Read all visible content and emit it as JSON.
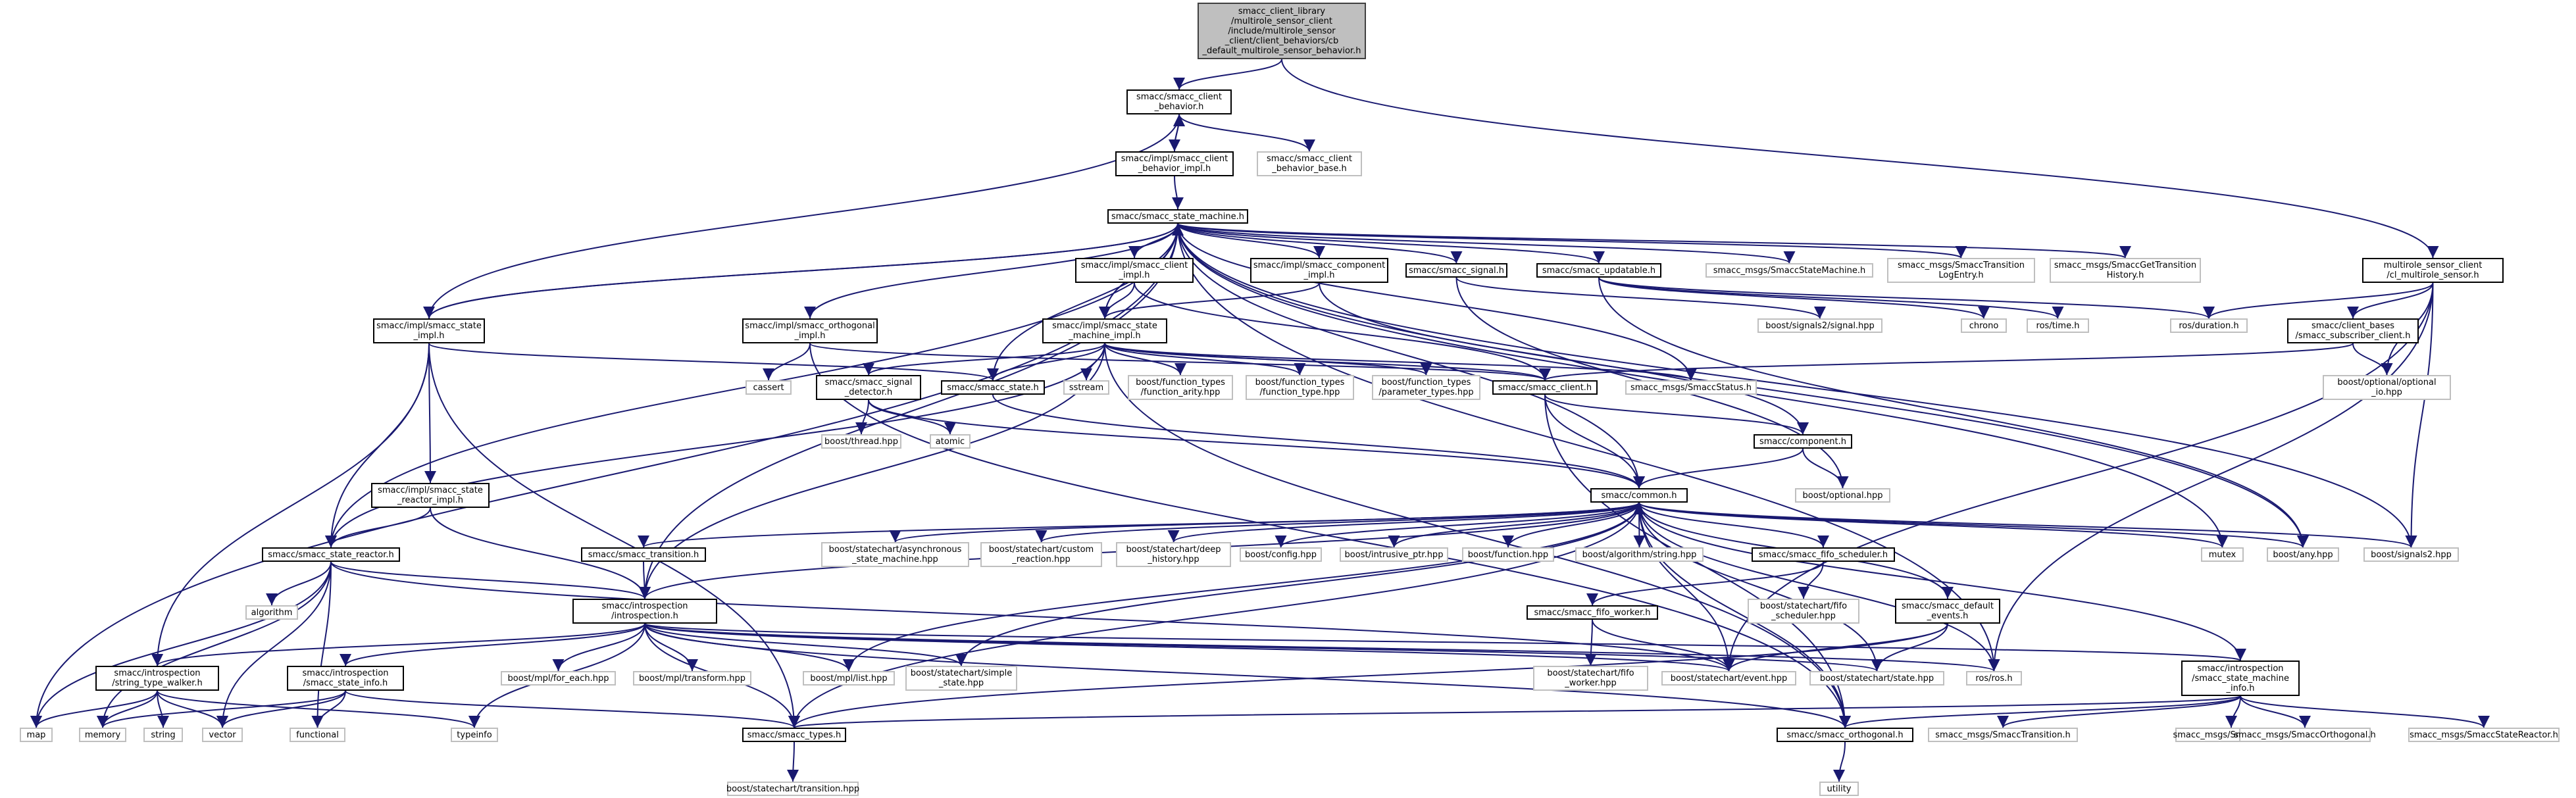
{
  "colors": {
    "edge": "#191970",
    "node_border": "#000000",
    "external_border": "#bfbfbf",
    "root_fill": "#bfbfbf"
  },
  "nodes": {
    "root": {
      "label": "smacc_client_library\n/multirole_sensor_client\n/include/multirole_sensor\n_client/client_behaviors/cb\n_default_multirole_sensor_behavior.h",
      "kind": "root"
    },
    "n_client_behavior": {
      "label": "smacc/smacc_client\n_behavior.h",
      "kind": "internal"
    },
    "n_client_behavior_impl": {
      "label": "smacc/impl/smacc_client\n_behavior_impl.h",
      "kind": "internal"
    },
    "n_client_behavior_base": {
      "label": "smacc/smacc_client\n_behavior_base.h",
      "kind": "external"
    },
    "n_state_machine": {
      "label": "smacc/smacc_state_machine.h",
      "kind": "internal"
    },
    "n_msc_multirole_sensor": {
      "label": "multirole_sensor_client\n/cl_multirole_sensor.h",
      "kind": "internal"
    },
    "n_state_impl": {
      "label": "smacc/impl/smacc_state\n_impl.h",
      "kind": "internal"
    },
    "n_orthogonal_impl": {
      "label": "smacc/impl/smacc_orthogonal\n_impl.h",
      "kind": "internal"
    },
    "n_client_impl": {
      "label": "smacc/impl/smacc_client\n_impl.h",
      "kind": "internal"
    },
    "n_state_machine_impl": {
      "label": "smacc/impl/smacc_state\n_machine_impl.h",
      "kind": "internal"
    },
    "n_component_impl": {
      "label": "smacc/impl/smacc_component\n_impl.h",
      "kind": "internal"
    },
    "n_smacc_signal": {
      "label": "smacc/smacc_signal.h",
      "kind": "internal"
    },
    "n_updatable": {
      "label": "smacc/smacc_updatable.h",
      "kind": "internal"
    },
    "n_msgs_smaccstatemachine": {
      "label": "smacc_msgs/SmaccStateMachine.h",
      "kind": "external"
    },
    "n_msgs_transitionlog": {
      "label": "smacc_msgs/SmaccTransition\nLogEntry.h",
      "kind": "external"
    },
    "n_msgs_gettransition": {
      "label": "smacc_msgs/SmaccGetTransition\nHistory.h",
      "kind": "external"
    },
    "n_client_bases_subscriber": {
      "label": "smacc/client_bases\n/smacc_subscriber_client.h",
      "kind": "internal"
    },
    "n_chrono": {
      "label": "chrono",
      "kind": "external"
    },
    "n_ros_time": {
      "label": "ros/time.h",
      "kind": "external"
    },
    "n_ros_duration": {
      "label": "ros/duration.h",
      "kind": "external"
    },
    "n_signals2_signal": {
      "label": "boost/signals2/signal.hpp",
      "kind": "external"
    },
    "n_optional_io": {
      "label": "boost/optional/optional\n_io.hpp",
      "kind": "external"
    },
    "n_cassert": {
      "label": "cassert",
      "kind": "external"
    },
    "n_signal_detector": {
      "label": "smacc/smacc_signal\n_detector.h",
      "kind": "internal"
    },
    "n_smacc_state": {
      "label": "smacc/smacc_state.h",
      "kind": "internal"
    },
    "n_sstream": {
      "label": "sstream",
      "kind": "external"
    },
    "n_ft_arity": {
      "label": "boost/function_types\n/function_arity.hpp",
      "kind": "external"
    },
    "n_ft_type": {
      "label": "boost/function_types\n/function_type.hpp",
      "kind": "external"
    },
    "n_ft_params": {
      "label": "boost/function_types\n/parameter_types.hpp",
      "kind": "external"
    },
    "n_smacc_client": {
      "label": "smacc/smacc_client.h",
      "kind": "internal"
    },
    "n_msgs_smaccstatus": {
      "label": "smacc_msgs/SmaccStatus.h",
      "kind": "external"
    },
    "n_thread": {
      "label": "boost/thread.hpp",
      "kind": "external"
    },
    "n_atomic": {
      "label": "atomic",
      "kind": "external"
    },
    "n_component": {
      "label": "smacc/component.h",
      "kind": "internal"
    },
    "n_optional": {
      "label": "boost/optional.hpp",
      "kind": "external"
    },
    "n_state_reactor_impl": {
      "label": "smacc/impl/smacc_state\n_reactor_impl.h",
      "kind": "internal"
    },
    "n_common": {
      "label": "smacc/common.h",
      "kind": "internal"
    },
    "n_transition": {
      "label": "smacc/smacc_transition.h",
      "kind": "internal"
    },
    "n_sc_async": {
      "label": "boost/statechart/asynchronous\n_state_machine.hpp",
      "kind": "external"
    },
    "n_sc_custom": {
      "label": "boost/statechart/custom\n_reaction.hpp",
      "kind": "external"
    },
    "n_sc_deep": {
      "label": "boost/statechart/deep\n_history.hpp",
      "kind": "external"
    },
    "n_config": {
      "label": "boost/config.hpp",
      "kind": "external"
    },
    "n_intrusive": {
      "label": "boost/intrusive_ptr.hpp",
      "kind": "external"
    },
    "n_function": {
      "label": "boost/function.hpp",
      "kind": "external"
    },
    "n_algo_string": {
      "label": "boost/algorithm/string.hpp",
      "kind": "external"
    },
    "n_fifo_scheduler": {
      "label": "smacc/smacc_fifo_scheduler.h",
      "kind": "internal"
    },
    "n_mutex": {
      "label": "mutex",
      "kind": "external"
    },
    "n_any": {
      "label": "boost/any.hpp",
      "kind": "external"
    },
    "n_signals2": {
      "label": "boost/signals2.hpp",
      "kind": "external"
    },
    "n_state_reactor": {
      "label": "smacc/smacc_state_reactor.h",
      "kind": "internal"
    },
    "n_algorithm": {
      "label": "algorithm",
      "kind": "external"
    },
    "n_introspection": {
      "label": "smacc/introspection\n/introspection.h",
      "kind": "internal"
    },
    "n_fifo_worker": {
      "label": "smacc/smacc_fifo_worker.h",
      "kind": "internal"
    },
    "n_sc_fifo_scheduler": {
      "label": "boost/statechart/fifo\n_scheduler.hpp",
      "kind": "external"
    },
    "n_default_events": {
      "label": "smacc/smacc_default\n_events.h",
      "kind": "internal"
    },
    "n_string_type_walker": {
      "label": "smacc/introspection\n/string_type_walker.h",
      "kind": "internal"
    },
    "n_state_info": {
      "label": "smacc/introspection\n/smacc_state_info.h",
      "kind": "internal"
    },
    "n_mpl_for_each": {
      "label": "boost/mpl/for_each.hpp",
      "kind": "external"
    },
    "n_mpl_transform": {
      "label": "boost/mpl/transform.hpp",
      "kind": "external"
    },
    "n_mpl_list": {
      "label": "boost/mpl/list.hpp",
      "kind": "external"
    },
    "n_sc_simple_state": {
      "label": "boost/statechart/simple\n_state.hpp",
      "kind": "external"
    },
    "n_sc_fifo_worker": {
      "label": "boost/statechart/fifo\n_worker.hpp",
      "kind": "external"
    },
    "n_sc_event": {
      "label": "boost/statechart/event.hpp",
      "kind": "external"
    },
    "n_sc_state": {
      "label": "boost/statechart/state.hpp",
      "kind": "external"
    },
    "n_ros_ros": {
      "label": "ros/ros.h",
      "kind": "external"
    },
    "n_state_machine_info": {
      "label": "smacc/introspection\n/smacc_state_machine\n_info.h",
      "kind": "internal"
    },
    "n_map": {
      "label": "map",
      "kind": "external"
    },
    "n_memory": {
      "label": "memory",
      "kind": "external"
    },
    "n_string": {
      "label": "string",
      "kind": "external"
    },
    "n_vector": {
      "label": "vector",
      "kind": "external"
    },
    "n_functional": {
      "label": "functional",
      "kind": "external"
    },
    "n_typeinfo": {
      "label": "typeinfo",
      "kind": "external"
    },
    "n_smacc_types": {
      "label": "smacc/smacc_types.h",
      "kind": "internal"
    },
    "n_smacc_orthogonal": {
      "label": "smacc/smacc_orthogonal.h",
      "kind": "internal"
    },
    "n_msgs_transition": {
      "label": "smacc_msgs/SmaccTransition.h",
      "kind": "external"
    },
    "n_msgs_state": {
      "label": "smacc_msgs/SmaccState.h",
      "kind": "external"
    },
    "n_msgs_orthogonal": {
      "label": "smacc_msgs/SmaccOrthogonal.h",
      "kind": "external"
    },
    "n_msgs_statereactor": {
      "label": "smacc_msgs/SmaccStateReactor.h",
      "kind": "external"
    },
    "n_sc_transition": {
      "label": "boost/statechart/transition.hpp",
      "kind": "external"
    },
    "n_utility": {
      "label": "utility",
      "kind": "external"
    }
  },
  "edges": [
    [
      "root",
      "n_client_behavior"
    ],
    [
      "root",
      "n_msc_multirole_sensor"
    ],
    [
      "n_client_behavior",
      "n_client_behavior_impl"
    ],
    [
      "n_client_behavior_impl",
      "n_client_behavior"
    ],
    [
      "n_client_behavior",
      "n_client_behavior_base"
    ],
    [
      "n_client_behavior_impl",
      "n_state_machine"
    ],
    [
      "n_state_machine",
      "n_state_impl"
    ],
    [
      "n_state_machine",
      "n_orthogonal_impl"
    ],
    [
      "n_state_machine",
      "n_client_impl"
    ],
    [
      "n_state_machine",
      "n_state_machine_impl"
    ],
    [
      "n_state_machine",
      "n_component_impl"
    ],
    [
      "n_state_machine",
      "n_smacc_signal"
    ],
    [
      "n_state_machine",
      "n_updatable"
    ],
    [
      "n_state_machine",
      "n_msgs_smaccstatemachine"
    ],
    [
      "n_state_machine",
      "n_msgs_transitionlog"
    ],
    [
      "n_state_machine",
      "n_msgs_gettransition"
    ],
    [
      "n_state_machine",
      "n_map"
    ],
    [
      "n_state_machine",
      "n_state_reactor"
    ],
    [
      "n_state_machine",
      "n_introspection"
    ],
    [
      "n_state_machine",
      "n_common"
    ],
    [
      "n_state_machine",
      "n_smacc_state"
    ],
    [
      "n_state_machine",
      "n_msgs_smaccstatus"
    ],
    [
      "n_state_machine",
      "n_mutex"
    ],
    [
      "n_state_machine",
      "n_any"
    ],
    [
      "n_state_machine",
      "n_ros_ros"
    ],
    [
      "n_state_machine",
      "n_signals2"
    ],
    [
      "n_state_impl",
      "n_state_machine"
    ],
    [
      "n_state_impl",
      "n_client_behavior"
    ],
    [
      "n_state_impl",
      "n_smacc_state"
    ],
    [
      "n_state_impl",
      "n_state_reactor_impl"
    ],
    [
      "n_state_impl",
      "n_state_reactor"
    ],
    [
      "n_state_impl",
      "n_string_type_walker"
    ],
    [
      "n_state_impl",
      "n_smacc_types"
    ],
    [
      "n_orthogonal_impl",
      "n_cassert"
    ],
    [
      "n_orthogonal_impl",
      "n_smacc_client"
    ],
    [
      "n_orthogonal_impl",
      "n_smacc_orthogonal"
    ],
    [
      "n_client_impl",
      "n_state_machine_impl"
    ],
    [
      "n_client_impl",
      "n_smacc_client"
    ],
    [
      "n_state_machine_impl",
      "n_state_machine"
    ],
    [
      "n_state_machine_impl",
      "n_signal_detector"
    ],
    [
      "n_state_machine_impl",
      "n_smacc_state"
    ],
    [
      "n_state_machine_impl",
      "n_sstream"
    ],
    [
      "n_state_machine_impl",
      "n_ft_arity"
    ],
    [
      "n_state_machine_impl",
      "n_ft_type"
    ],
    [
      "n_state_machine_impl",
      "n_ft_params"
    ],
    [
      "n_state_machine_impl",
      "n_smacc_client"
    ],
    [
      "n_state_machine_impl",
      "n_msgs_smaccstatus"
    ],
    [
      "n_state_machine_impl",
      "n_state_reactor"
    ],
    [
      "n_state_machine_impl",
      "n_introspection"
    ],
    [
      "n_state_machine_impl",
      "n_smacc_orthogonal"
    ],
    [
      "n_component_impl",
      "n_state_machine_impl"
    ],
    [
      "n_component_impl",
      "n_component"
    ],
    [
      "n_smacc_signal",
      "n_signals2_signal"
    ],
    [
      "n_smacc_signal",
      "n_optional"
    ],
    [
      "n_updatable",
      "n_chrono"
    ],
    [
      "n_updatable",
      "n_ros_time"
    ],
    [
      "n_updatable",
      "n_ros_duration"
    ],
    [
      "n_updatable",
      "n_any"
    ],
    [
      "n_msc_multirole_sensor",
      "n_client_bases_subscriber"
    ],
    [
      "n_msc_multirole_sensor",
      "n_optional_io"
    ],
    [
      "n_msc_multirole_sensor",
      "n_ros_duration"
    ],
    [
      "n_msc_multirole_sensor",
      "n_signals2"
    ],
    [
      "n_msc_multirole_sensor",
      "n_ros_ros"
    ],
    [
      "n_msc_multirole_sensor",
      "n_sc_event"
    ],
    [
      "n_client_bases_subscriber",
      "n_smacc_client"
    ],
    [
      "n_client_bases_subscriber",
      "n_optional_io"
    ],
    [
      "n_signal_detector",
      "n_thread"
    ],
    [
      "n_signal_detector",
      "n_atomic"
    ],
    [
      "n_signal_detector",
      "n_common"
    ],
    [
      "n_smacc_state",
      "n_common"
    ],
    [
      "n_smacc_client",
      "n_common"
    ],
    [
      "n_smacc_client",
      "n_component"
    ],
    [
      "n_smacc_client",
      "n_smacc_orthogonal"
    ],
    [
      "n_component",
      "n_common"
    ],
    [
      "n_component",
      "n_optional"
    ],
    [
      "n_state_reactor_impl",
      "n_state_reactor"
    ],
    [
      "n_state_reactor_impl",
      "n_introspection"
    ],
    [
      "n_common",
      "n_transition"
    ],
    [
      "n_common",
      "n_sc_async"
    ],
    [
      "n_common",
      "n_sc_custom"
    ],
    [
      "n_common",
      "n_sc_deep"
    ],
    [
      "n_common",
      "n_config"
    ],
    [
      "n_common",
      "n_intrusive"
    ],
    [
      "n_common",
      "n_function"
    ],
    [
      "n_common",
      "n_algo_string"
    ],
    [
      "n_common",
      "n_fifo_scheduler"
    ],
    [
      "n_common",
      "n_mutex"
    ],
    [
      "n_common",
      "n_any"
    ],
    [
      "n_common",
      "n_signals2"
    ],
    [
      "n_common",
      "n_introspection"
    ],
    [
      "n_common",
      "n_default_events"
    ],
    [
      "n_common",
      "n_sc_event"
    ],
    [
      "n_common",
      "n_sc_state"
    ],
    [
      "n_common",
      "n_ros_ros"
    ],
    [
      "n_common",
      "n_smacc_types"
    ],
    [
      "n_common",
      "n_mpl_list"
    ],
    [
      "n_common",
      "n_sc_simple_state"
    ],
    [
      "n_transition",
      "n_introspection"
    ],
    [
      "n_fifo_scheduler",
      "n_fifo_worker"
    ],
    [
      "n_fifo_scheduler",
      "n_sc_fifo_scheduler"
    ],
    [
      "n_fifo_worker",
      "n_sc_fifo_worker"
    ],
    [
      "n_fifo_worker",
      "n_sc_event"
    ],
    [
      "n_default_events",
      "n_sc_event"
    ],
    [
      "n_default_events",
      "n_sc_state"
    ],
    [
      "n_default_events",
      "n_smacc_types"
    ],
    [
      "n_state_reactor",
      "n_introspection"
    ],
    [
      "n_state_reactor",
      "n_algorithm"
    ],
    [
      "n_state_reactor",
      "n_map"
    ],
    [
      "n_state_reactor",
      "n_memory"
    ],
    [
      "n_state_reactor",
      "n_vector"
    ],
    [
      "n_state_reactor",
      "n_functional"
    ],
    [
      "n_state_reactor",
      "n_sc_event"
    ],
    [
      "n_introspection",
      "n_string_type_walker"
    ],
    [
      "n_introspection",
      "n_state_info"
    ],
    [
      "n_introspection",
      "n_mpl_for_each"
    ],
    [
      "n_introspection",
      "n_mpl_transform"
    ],
    [
      "n_introspection",
      "n_mpl_list"
    ],
    [
      "n_introspection",
      "n_sc_simple_state"
    ],
    [
      "n_introspection",
      "n_sc_event"
    ],
    [
      "n_introspection",
      "n_sc_state"
    ],
    [
      "n_introspection",
      "n_ros_ros"
    ],
    [
      "n_introspection",
      "n_state_machine_info"
    ],
    [
      "n_introspection",
      "n_typeinfo"
    ],
    [
      "n_introspection",
      "n_smacc_types"
    ],
    [
      "n_introspection",
      "n_smacc_orthogonal"
    ],
    [
      "n_string_type_walker",
      "n_map"
    ],
    [
      "n_string_type_walker",
      "n_memory"
    ],
    [
      "n_string_type_walker",
      "n_string"
    ],
    [
      "n_string_type_walker",
      "n_vector"
    ],
    [
      "n_string_type_walker",
      "n_typeinfo"
    ],
    [
      "n_state_info",
      "n_memory"
    ],
    [
      "n_state_info",
      "n_vector"
    ],
    [
      "n_state_info",
      "n_functional"
    ],
    [
      "n_state_info",
      "n_smacc_types"
    ],
    [
      "n_state_machine_info",
      "n_common"
    ],
    [
      "n_state_machine_info",
      "n_smacc_types"
    ],
    [
      "n_state_machine_info",
      "n_smacc_orthogonal"
    ],
    [
      "n_state_machine_info",
      "n_msgs_transition"
    ],
    [
      "n_state_machine_info",
      "n_msgs_state"
    ],
    [
      "n_state_machine_info",
      "n_msgs_orthogonal"
    ],
    [
      "n_state_machine_info",
      "n_msgs_statereactor"
    ],
    [
      "n_smacc_types",
      "n_sc_transition"
    ],
    [
      "n_smacc_orthogonal",
      "n_common"
    ],
    [
      "n_smacc_orthogonal",
      "n_utility"
    ]
  ]
}
